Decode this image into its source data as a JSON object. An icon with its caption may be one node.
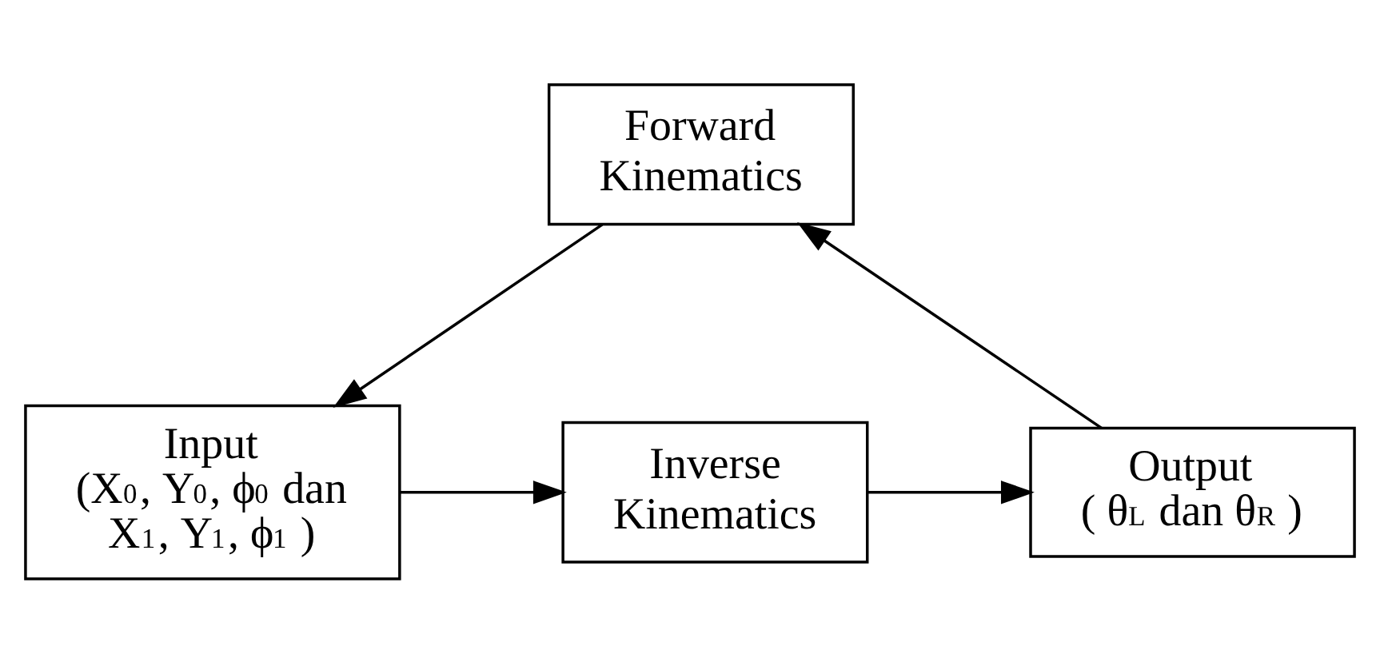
{
  "diagram": {
    "nodes": [
      {
        "text": [
          "Forward Kinematics"
        ]
      },
      {
        "text": [
          "Input",
          "(X$_{0}$, Y$_{0}$, ϕ$_{0}$ dan X$_{1}$, Y$_{1}$, ϕ$_{1}$ )"
        ]
      },
      {
        "text": [
          "Inverse Kinematics"
        ]
      },
      {
        "text": [
          "Output",
          "( θ$_{L}$ dan θ$_{R}$ )"
        ]
      }
    ],
    "edges": [
      {
        "from": 0,
        "to": 1,
        "arrow": "to"
      },
      {
        "from": 1,
        "to": 2,
        "arrow": "to"
      },
      {
        "from": 2,
        "to": 3,
        "arrow": "to"
      },
      {
        "from": 3,
        "to": 0,
        "arrow": "to"
      }
    ]
  }
}
